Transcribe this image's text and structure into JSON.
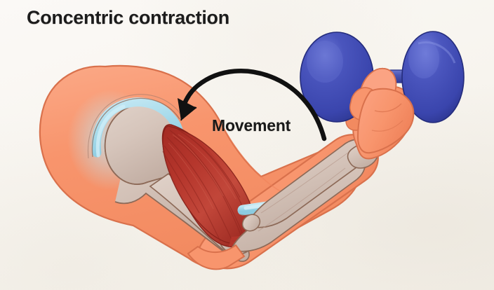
{
  "figure": {
    "title": "Concentric contraction",
    "annotation": "Movement",
    "background_color": "#faf8f4",
    "title_color": "#1c1c1c",
    "subject": "flexed human arm with dumbbell showing biceps concentric contraction"
  },
  "palette": {
    "skin": "#f8956d",
    "skin_shadow": "#ef7f55",
    "skin_highlight": "#fba986",
    "muscle_red": "#b5362c",
    "muscle_dark": "#8e241d",
    "muscle_light": "#cc5344",
    "bone_tan": "#d6c5bb",
    "bone_outline": "#8d6a58",
    "cartilage_blue": "#aadcec",
    "cartilage_blue_dark": "#7fc6dd",
    "weight_blue": "#3a45ad",
    "weight_blue_dark": "#2a3287",
    "weight_blue_light": "#5b68c9",
    "bar_blue": "#4b56b5",
    "arrow_black": "#111111",
    "outline": "#c4654a"
  },
  "elements": {
    "arrow": {
      "name": "movement-arrow",
      "description": "curved arrow sweeping from dumbbell leftward over the forearm",
      "direction": "counter-clockwise, pointing down-left",
      "color": "#111111"
    },
    "dumbbell": {
      "name": "dumbbell",
      "plates": 2,
      "color": "#3a45ad",
      "bar_color": "#4b56b5"
    },
    "hand": {
      "name": "gripping-hand",
      "color": "#f8956d"
    },
    "biceps": {
      "name": "biceps-muscle",
      "color": "#b5362c",
      "state": "shortened"
    },
    "humerus": {
      "name": "humerus-bone",
      "color": "#d6c5bb"
    },
    "radius": {
      "name": "radius-bone",
      "color": "#d6c5bb"
    },
    "ulna": {
      "name": "ulna-bone",
      "color": "#d6c5bb"
    },
    "shoulder": {
      "name": "shoulder-deltoid",
      "color": "#f8956d"
    },
    "tendon_shoulder": {
      "name": "shoulder-tendon",
      "color": "#aadcec"
    },
    "tendon_elbow": {
      "name": "elbow-tendon",
      "color": "#aadcec"
    }
  }
}
